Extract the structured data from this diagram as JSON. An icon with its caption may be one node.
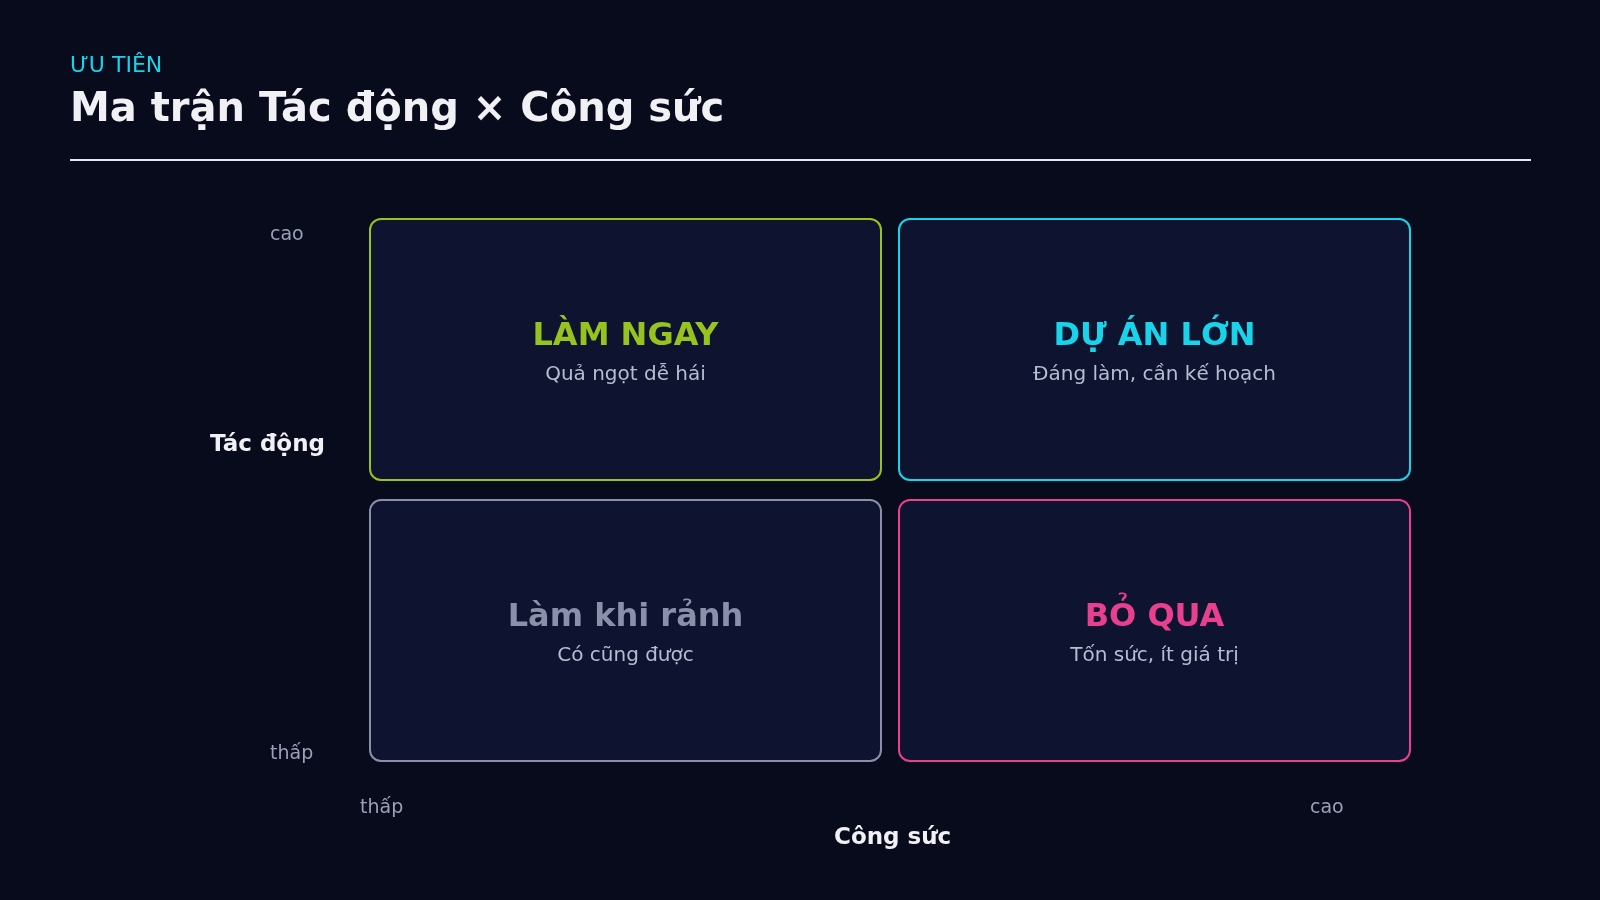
{
  "diagram": {
    "title": "Ma trận Tác động × Công sức",
    "nodes": [
      {
        "text": [
          "LÀM NGAY",
          "Quả ngọt dễ hái"
        ]
      },
      {
        "text": [
          "DỰ ÁN LỚN",
          "Đáng làm, cần kế hoạch"
        ]
      },
      {
        "text": [
          "Làm khi rảnh",
          "Có cũng được"
        ]
      },
      {
        "text": [
          "BỎ QUA",
          "Tốn sức, ít giá trị"
        ]
      }
    ],
    "labels": [
      "ƯU TIÊN",
      "cao",
      "Tác động",
      "thấp",
      "thấp",
      "cao",
      "Công sức"
    ]
  }
}
